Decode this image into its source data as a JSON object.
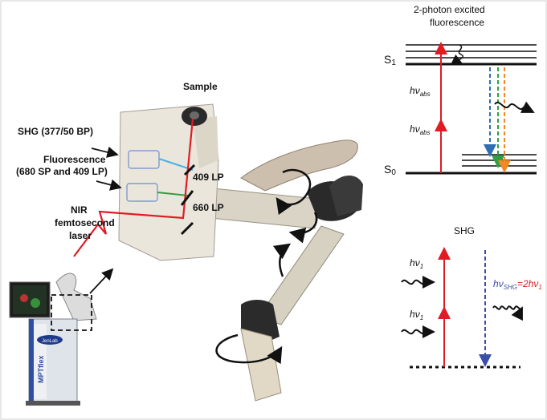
{
  "left_panel": {
    "sample_label": "Sample",
    "shg_label": "SHG (377/50 BP)",
    "fluorescence_label_line1": "Fluorescence",
    "fluorescence_label_line2": "(680 SP and 409 LP)",
    "nir_label_line1": "NIR",
    "nir_label_line2": "femtosecond",
    "nir_label_line3": "laser",
    "filter_409": "409 LP",
    "filter_660": "660 LP",
    "device_brand": "JenLab",
    "device_name": "MPTflex"
  },
  "tpef_panel": {
    "title_line1": "2-photon excited",
    "title_line2": "fluorescence",
    "s1_label": "S",
    "s1_sub": "1",
    "s0_label": "S",
    "s0_sub": "0",
    "h_upper": "h",
    "nu_upper": "ν",
    "abs_upper": "abs",
    "h_lower": "h",
    "nu_lower": "ν",
    "abs_lower": "abs"
  },
  "shg_panel": {
    "title": "SHG",
    "h_top": "h",
    "nu_top": "ν",
    "sub_top": "1",
    "h_bottom": "h",
    "nu_bottom": "ν",
    "sub_bottom": "1",
    "emit_h": "h",
    "emit_nu": "ν",
    "emit_sub": "SHG",
    "emit_eq": "=2hν",
    "emit_eq_sub": "1"
  },
  "colors": {
    "excitation_red": "#e01b24",
    "emission_blue": "#2f6db5",
    "emission_green": "#2ea043",
    "emission_orange": "#f08a24",
    "shg_blue": "#3b4fa8",
    "shg_red": "#e01b24"
  }
}
